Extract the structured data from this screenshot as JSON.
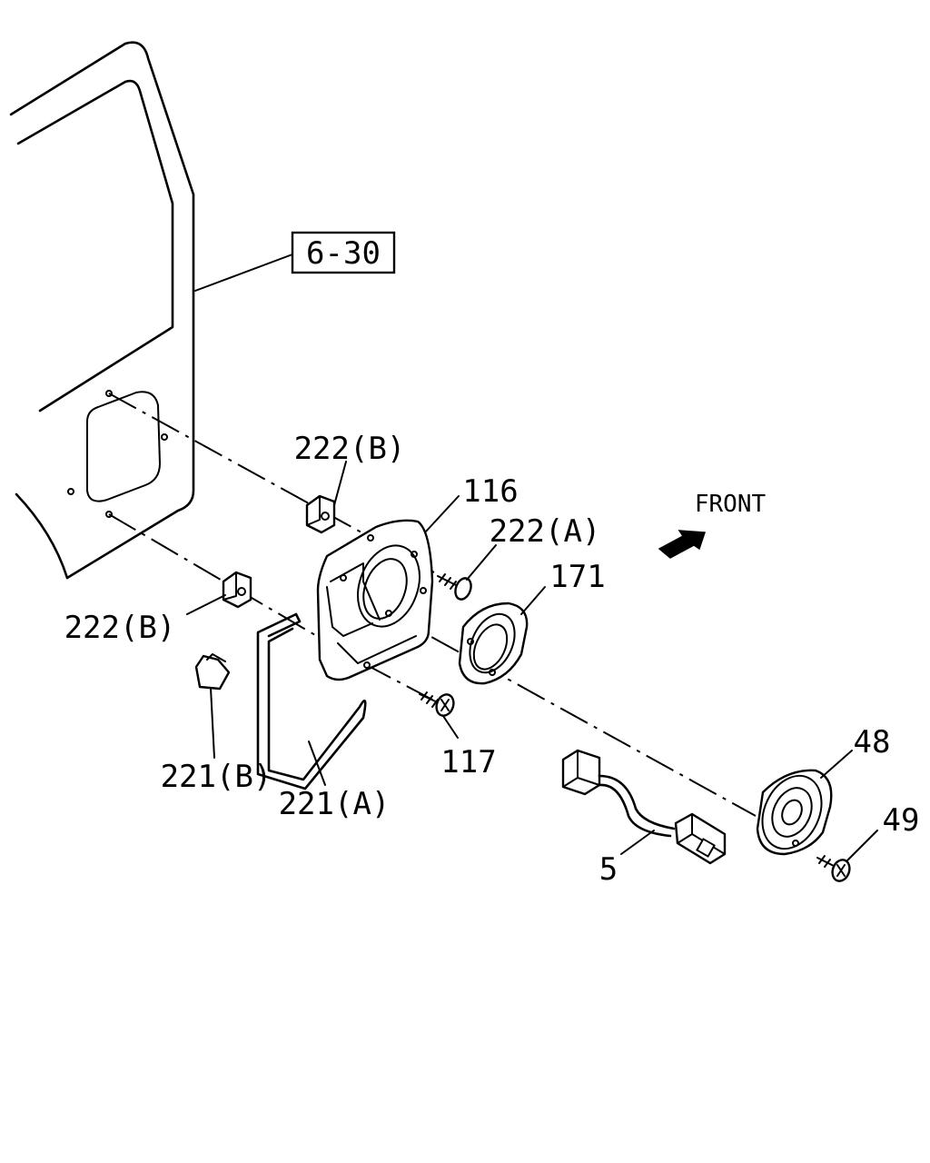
{
  "callouts": {
    "ref_box": "6-30",
    "clip_upper": "222(B)",
    "clip_lower": "222(B)",
    "bracket": "116",
    "screw_a": "222(A)",
    "ring": "171",
    "seal": "221(A)",
    "pad": "221(B)",
    "screw_b": "117",
    "harness": "5",
    "speaker": "48",
    "speaker_screw": "49"
  },
  "direction": {
    "label": "FRONT"
  }
}
